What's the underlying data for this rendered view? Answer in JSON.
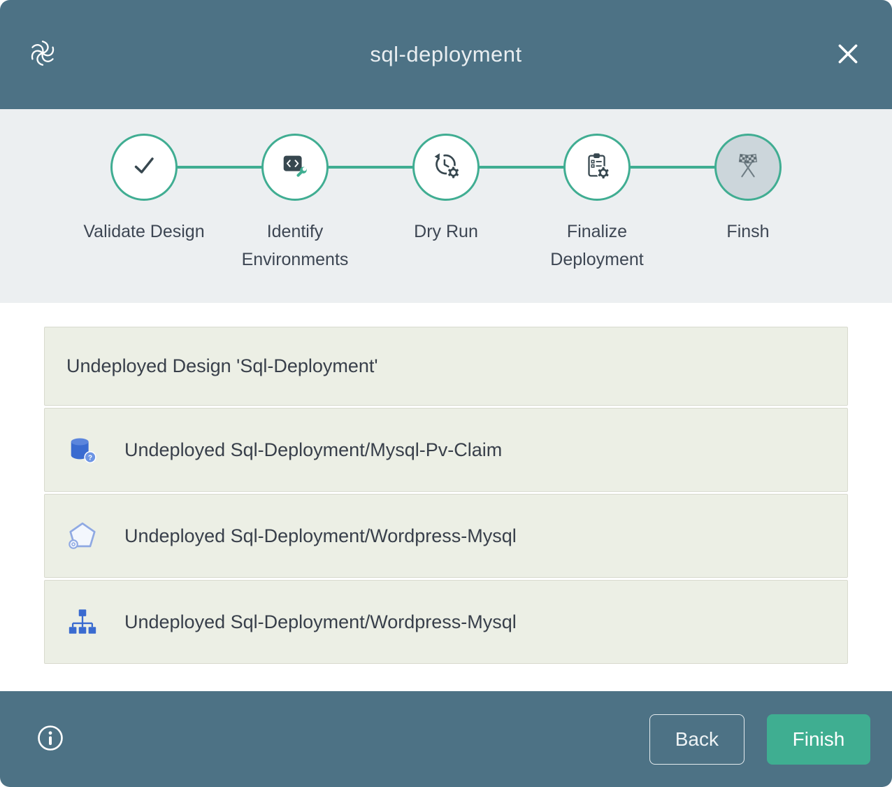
{
  "colors": {
    "titlebar_bg": "#4d7285",
    "accent_teal": "#40ad92",
    "finish_button_bg": "#3fae91",
    "stepper_bg": "#eceff1",
    "row_bg": "#ecefe5",
    "icon_blue": "#3a6bd0",
    "current_step_fill": "#ccd6db"
  },
  "header": {
    "title": "sql-deployment"
  },
  "stepper": {
    "steps": [
      {
        "label": "Validate Design",
        "icon": "check-icon",
        "state": "completed"
      },
      {
        "label": "Identify Environments",
        "icon": "code-wrench-icon",
        "state": "completed"
      },
      {
        "label": "Dry Run",
        "icon": "history-gear-icon",
        "state": "completed"
      },
      {
        "label": "Finalize Deployment",
        "icon": "clipboard-gear-icon",
        "state": "completed"
      },
      {
        "label": "Finsh",
        "icon": "checkered-flags-icon",
        "state": "current"
      }
    ]
  },
  "log": {
    "rows": [
      {
        "icon": "",
        "text": "Undeployed Design 'Sql-Deployment'"
      },
      {
        "icon": "database-icon",
        "text": "Undeployed Sql-Deployment/Mysql-Pv-Claim"
      },
      {
        "icon": "pod-icon",
        "text": "Undeployed Sql-Deployment/Wordpress-Mysql"
      },
      {
        "icon": "topology-icon",
        "text": "Undeployed Sql-Deployment/Wordpress-Mysql"
      }
    ]
  },
  "footer": {
    "back_label": "Back",
    "finish_label": "Finish"
  }
}
